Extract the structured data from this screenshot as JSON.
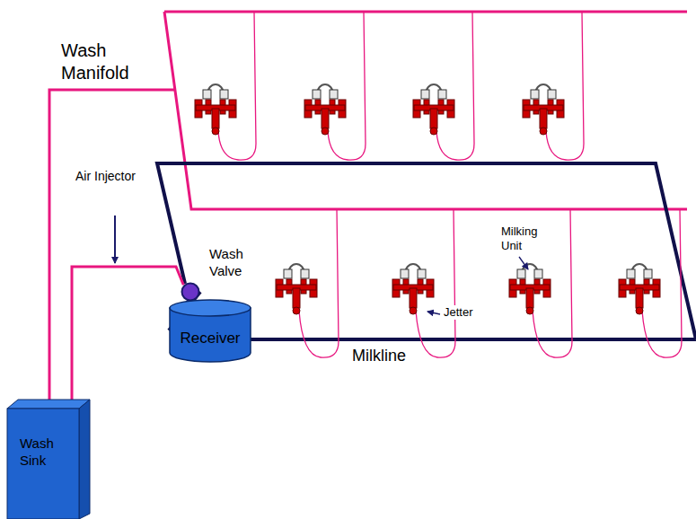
{
  "diagram": {
    "nodes": [
      {
        "text": [
          "Wash Valve"
        ]
      },
      {
        "text": [
          "Receiver"
        ]
      },
      {
        "text": [
          "Wash Sink"
        ]
      }
    ],
    "edges": [
      {
        "from": 2,
        "to": 0,
        "arrow": "none"
      },
      {
        "from": 0,
        "to": 1,
        "arrow": "none"
      }
    ],
    "labels": [
      "Wash Manifold",
      "Air Injector",
      "Milking Unit",
      "Jetter",
      "Milkline"
    ]
  }
}
